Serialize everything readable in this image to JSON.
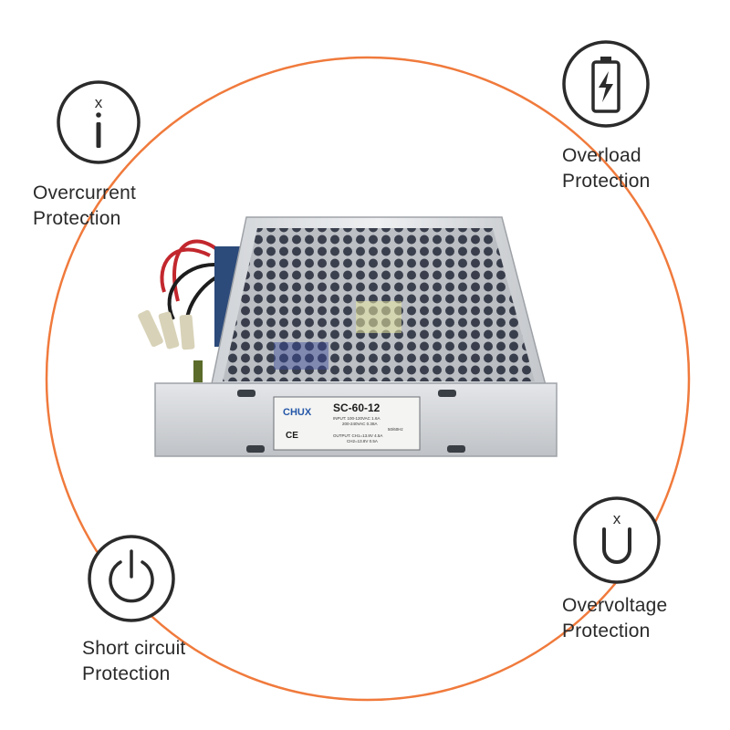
{
  "colors": {
    "ring": "#f07a3c",
    "icon": "#2b2b2b",
    "text": "#2a2a2a"
  },
  "features": {
    "overcurrent": {
      "icon": "current-limit-icon",
      "line1": "Overcurrent",
      "line2": "Protection"
    },
    "overload": {
      "icon": "battery-charge-icon",
      "line1": "Overload",
      "line2": "Protection"
    },
    "short_circuit": {
      "icon": "power-icon",
      "line1": "Short circuit",
      "line2": "Protection"
    },
    "overvoltage": {
      "icon": "voltage-limit-icon",
      "line1": "Overvoltage",
      "line2": "Protection"
    }
  },
  "product": {
    "brand": "CHUX",
    "model": "SC-60-12",
    "input_line1": "INPUT: 100-120VAC   1.6A",
    "input_line2": "200-240VAC   0.38A",
    "input_line3": "50/60Hz",
    "output_line1": "OUTPUT: CH1=13.8V   4.5A",
    "output_line2": "CH2=13.8V   0.5A",
    "mark": "CE"
  }
}
